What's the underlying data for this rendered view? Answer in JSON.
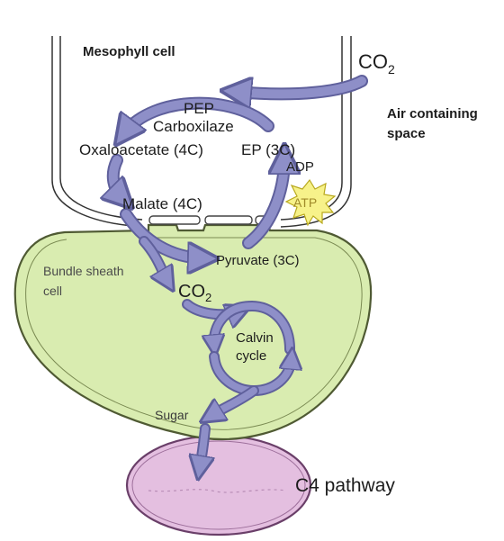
{
  "labels": {
    "mesophyll_cell": "Mesophyll cell",
    "co2_top": "CO",
    "co2_top_sub": "2",
    "air_space_line1": "Air containing",
    "air_space_line2": "space",
    "pep": "PEP",
    "carboxylase": "Carboxilaze",
    "oxaloacetate": "Oxaloacetate (4C)",
    "ep_3c": "EP (3C)",
    "adp": "ADP",
    "atp": "ATP",
    "malate": "Malate (4C)",
    "pyruvate": "Pyruvate (3C)",
    "bundle_sheath_line1": "Bundle sheath",
    "bundle_sheath_line2": "cell",
    "co2_mid": "CO",
    "co2_mid_sub": "2",
    "calvin_line1": "Calvin",
    "calvin_line2": "cycle",
    "sugar": "Sugar",
    "pathway_title": "C4 pathway"
  },
  "colors": {
    "arrow": "#8e8fc8",
    "arrow_stroke": "#5f609c",
    "bundle_sheath_fill": "#d9ecb0",
    "bundle_sheath_stroke": "#4f5a33",
    "vessel_fill": "#e4bfe0",
    "vessel_stroke": "#6a3f69",
    "atp_fill": "#f7f28a",
    "atp_stroke": "#b9a91e",
    "atp_text": "#a08a2a"
  }
}
